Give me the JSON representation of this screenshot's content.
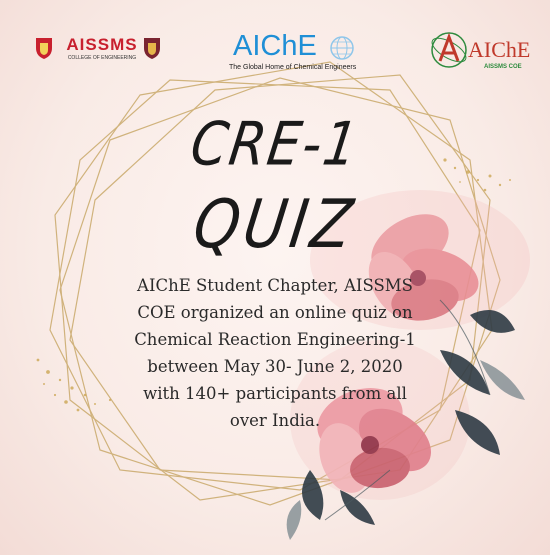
{
  "logos": {
    "aissms": {
      "name": "AISSMS",
      "subtitle": "COLLEGE OF ENGINEERING"
    },
    "aiche": {
      "word": "AIChE",
      "tagline": "The Global Home of Chemical Engineers"
    },
    "chapter": {
      "word": "AIChE",
      "subtitle": "AISSMS COE"
    }
  },
  "title": {
    "line1": "CRE-1",
    "line2": "QUIZ"
  },
  "description": {
    "lines": [
      "AIChE Student Chapter, AISSMS",
      "COE organized an online quiz on",
      "Chemical Reaction Engineering-1",
      "between May 30- June 2, 2020",
      "with 140+ participants from all",
      "over India."
    ]
  },
  "colors": {
    "aissms_red": "#c8202e",
    "aiche_blue": "#1f8fd6",
    "chapter_green": "#2e8b3e",
    "frame_gold": "#c9a96a",
    "flower_pink": "#e79a9e"
  }
}
